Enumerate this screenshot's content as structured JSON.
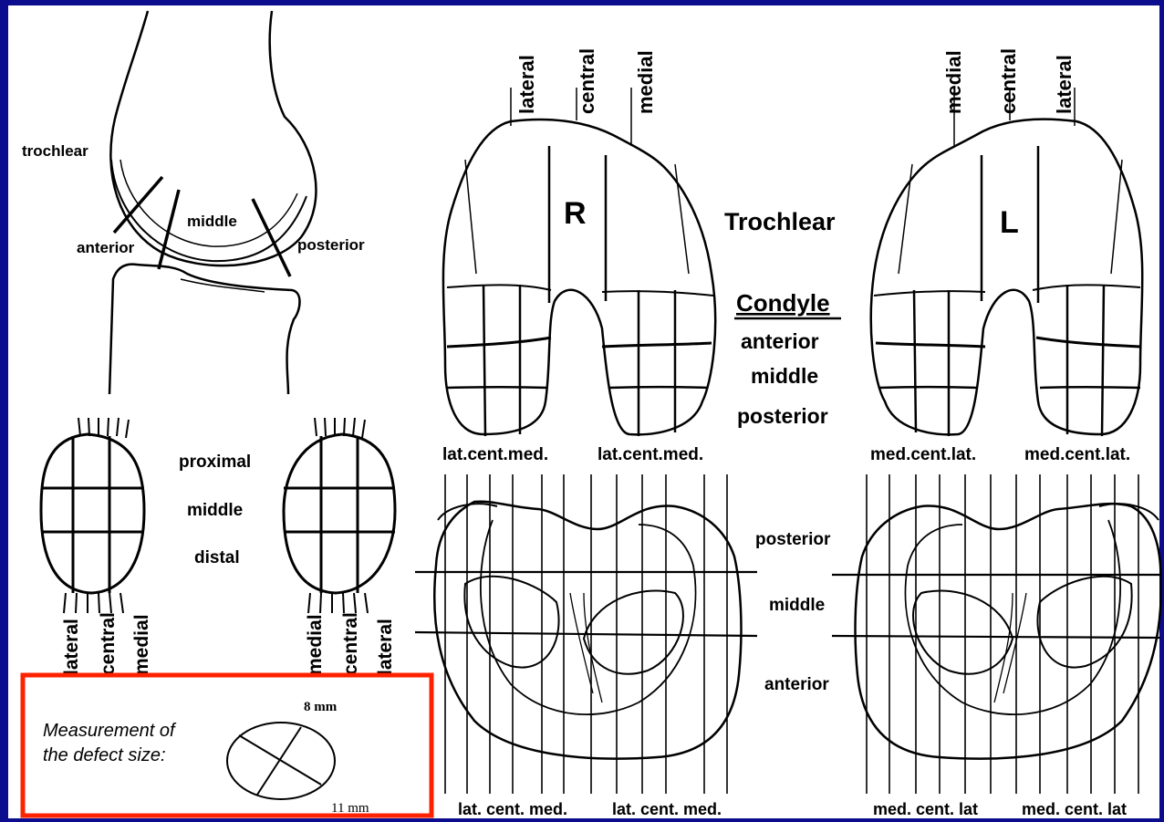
{
  "colors": {
    "frame": "#0c0c8e",
    "panel": "#ffffff",
    "ink": "#000000",
    "highlight_box": "#ff2200"
  },
  "sagittal": {
    "trochlear": "trochlear",
    "anterior": "anterior",
    "middle": "middle",
    "posterior": "posterior"
  },
  "patella": {
    "rows": [
      "proximal",
      "middle",
      "distal"
    ],
    "left_cols": [
      "lateral",
      "central",
      "medial"
    ],
    "right_cols": [
      "medial",
      "central",
      "lateral"
    ]
  },
  "femur": {
    "right_top": [
      "lateral",
      "central",
      "medial"
    ],
    "left_top": [
      "medial",
      "central",
      "lateral"
    ],
    "right_letter": "R",
    "left_letter": "L",
    "trochlear": "Trochlear",
    "condyle": "Condyle",
    "condyle_rows": [
      "anterior",
      "middle",
      "posterior"
    ],
    "right_bottom": [
      "lat.cent.med.",
      "lat.cent.med."
    ],
    "left_bottom": [
      "med.cent.lat.",
      "med.cent.lat."
    ]
  },
  "tibia": {
    "rows": [
      "posterior",
      "middle",
      "anterior"
    ],
    "right_bottom": [
      "lat. cent. med.",
      "lat. cent. med."
    ],
    "left_bottom": [
      "med. cent. lat",
      "med. cent. lat"
    ]
  },
  "measurement": {
    "caption_line1": "Measurement of",
    "caption_line2": "the defect size:",
    "dim1": "8 mm",
    "dim2": "11 mm"
  }
}
